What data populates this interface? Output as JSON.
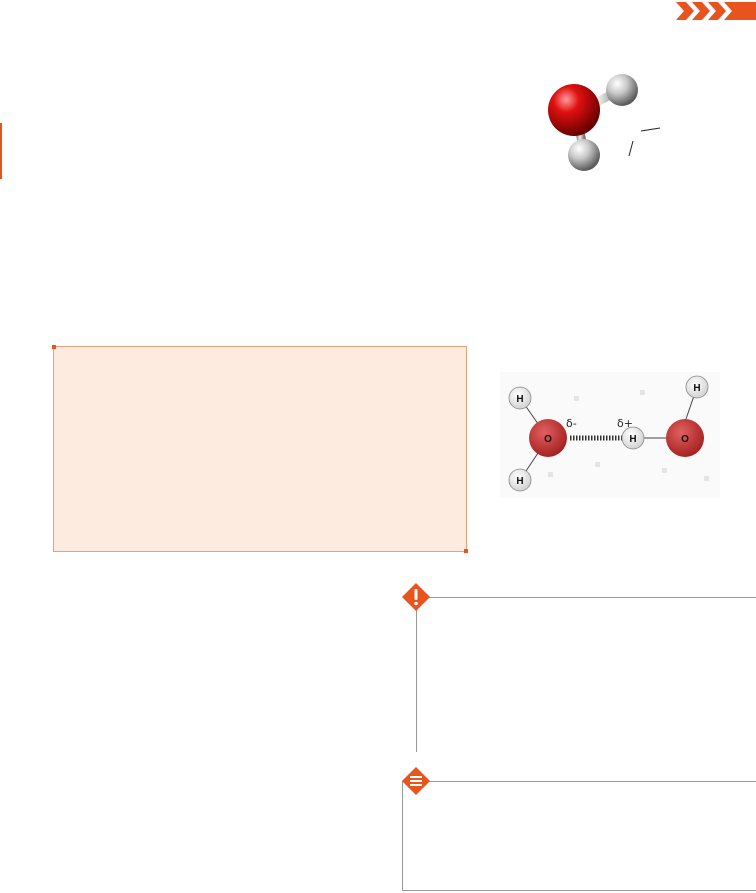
{
  "water_model": {
    "atoms": [
      "O",
      "H",
      "H"
    ]
  },
  "hydrogen_bond_diagram": {
    "partial_negative": "δ-",
    "partial_positive": "δ+",
    "molecule_left": {
      "oxygen": "O",
      "hydrogen_top": "H",
      "hydrogen_bottom": "H"
    },
    "molecule_right": {
      "oxygen": "O",
      "hydrogen_bonding": "H",
      "hydrogen_top": "H"
    }
  },
  "colors": {
    "accent": "#e8531e",
    "callout_fill": "#fdebe0",
    "oxygen": "#c0392b",
    "hydrogen": "#e6e6e6"
  },
  "icons": {
    "header": "chevrons-right-icon",
    "warning": "exclamation-icon",
    "note": "menu-lines-icon"
  }
}
